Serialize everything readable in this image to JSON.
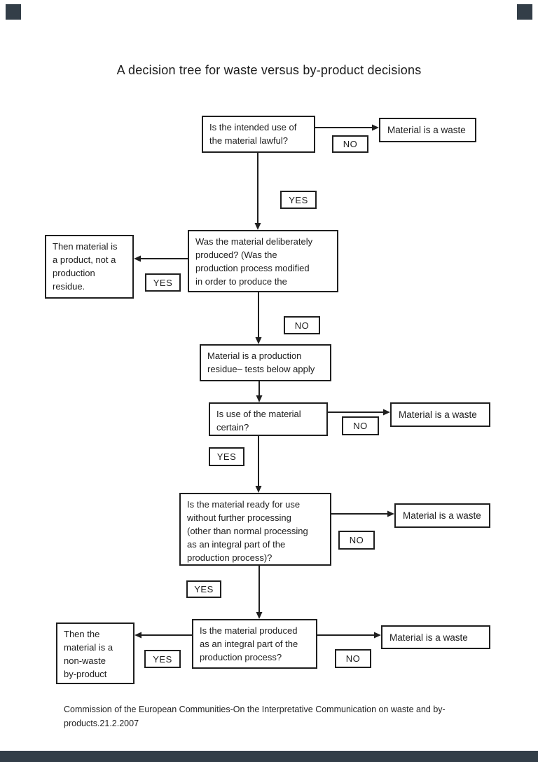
{
  "title": "A decision tree for waste versus by-product decisions",
  "footer": "Commission of the European Communities-On the Interpretative Communication on waste and by-\nproducts.21.2.2007",
  "labels": {
    "yes": "YES",
    "no": "NO"
  },
  "colors": {
    "line": "#1f1f1f",
    "box_border": "#1f1f1f",
    "text": "#1c1c1c",
    "player_chrome": "#333e48",
    "background": "#ffffff"
  },
  "nodes": {
    "q1": {
      "text": "Is the intended use of\nthe material lawful?"
    },
    "waste1": {
      "text": "Material is a waste"
    },
    "q2": {
      "text": "Was the material deliberately\nproduced? (Was the\nproduction process modified\nin order to produce the"
    },
    "product": {
      "text": "Then material is\na product, not a\nproduction\nresidue."
    },
    "residue": {
      "text": "Material is a production\nresidue– tests below apply"
    },
    "q3": {
      "text": "Is use of the material\ncertain?"
    },
    "waste2": {
      "text": "Material is a waste"
    },
    "q4": {
      "text": "Is the material ready for use\nwithout further processing\n(other than normal processing\nas an integral part of the\nproduction process)?"
    },
    "waste3": {
      "text": "Material is a waste"
    },
    "q5": {
      "text": "Is the material produced\nas an integral part of the\nproduction process?"
    },
    "byproduct": {
      "text": "Then the\nmaterial is a\nnon-waste\nby-product"
    },
    "waste4": {
      "text": "Material is a waste"
    }
  }
}
